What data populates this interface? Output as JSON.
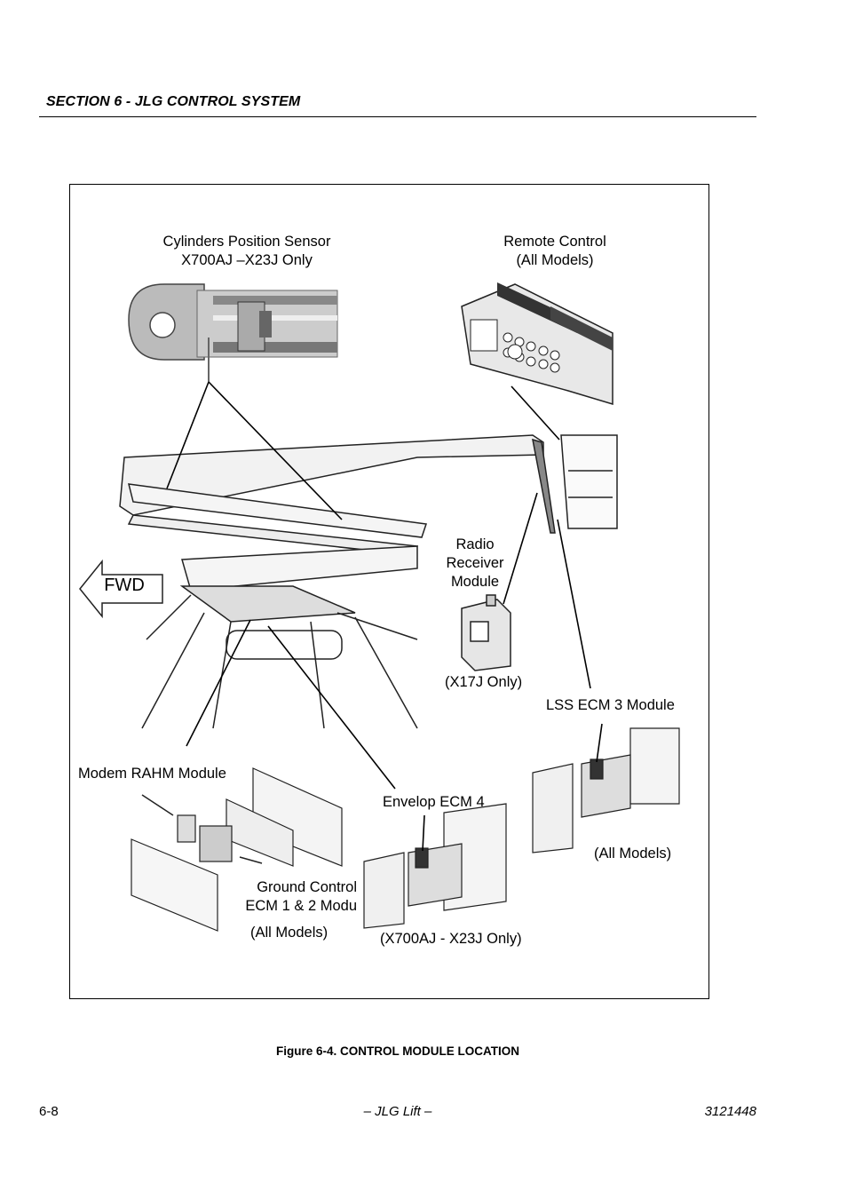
{
  "header": {
    "section_title": "SECTION 6 - JLG CONTROL SYSTEM"
  },
  "figure": {
    "labels": {
      "cylinders_sensor_line1": "Cylinders Position Sensor",
      "cylinders_sensor_line2": "X700AJ –X23J Only",
      "remote_control_line1": "Remote Control",
      "remote_control_line2": "(All Models)",
      "fwd": "FWD",
      "radio_line1": "Radio",
      "radio_line2": "Receiver",
      "radio_line3": "Module",
      "radio_models": "(X17J Only)",
      "lss_ecm3": "LSS ECM 3 Module",
      "modem_rahm": "Modem RAHM Module",
      "envelop_ecm4": "Envelop ECM 4",
      "lss_models": "(All Models)",
      "ground_control_line1": "Ground Control",
      "ground_control_line2": "ECM 1 & 2 Modu",
      "ground_models": "(All Models)",
      "envelop_models": "(X700AJ - X23J Only)"
    },
    "caption": "Figure 6-4.  CONTROL MODULE LOCATION"
  },
  "footer": {
    "page_number": "6-8",
    "center": "– JLG Lift –",
    "doc_number": "3121448"
  }
}
